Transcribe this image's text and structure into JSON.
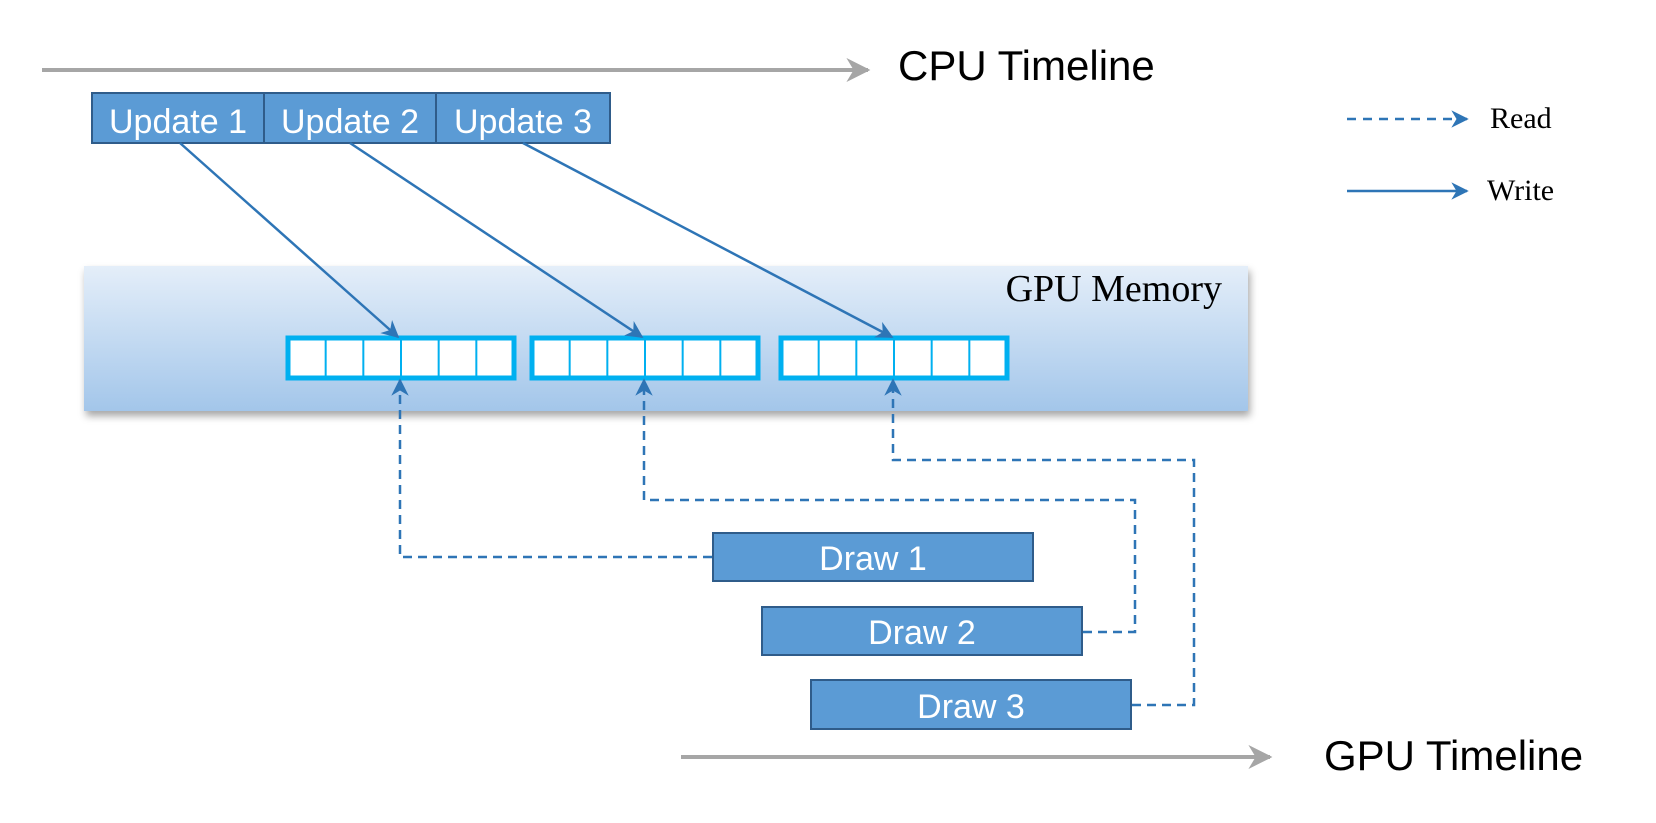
{
  "cpu_timeline": {
    "label": "CPU Timeline"
  },
  "gpu_timeline": {
    "label": "GPU Timeline"
  },
  "gpu_memory": {
    "label": "GPU Memory",
    "buffers": 3,
    "cells_per_buffer": 6
  },
  "updates": [
    {
      "label": "Update 1"
    },
    {
      "label": "Update 2"
    },
    {
      "label": "Update 3"
    }
  ],
  "draws": [
    {
      "label": "Draw 1"
    },
    {
      "label": "Draw 2"
    },
    {
      "label": "Draw 3"
    }
  ],
  "legend": {
    "read_label": "Read",
    "write_label": "Write"
  },
  "colors": {
    "box_fill": "#5b9bd5",
    "box_border": "#2f5c8a",
    "arrow": "#2e75b6",
    "buffer_border": "#00b0f0",
    "timeline": "#a6a6a6"
  }
}
